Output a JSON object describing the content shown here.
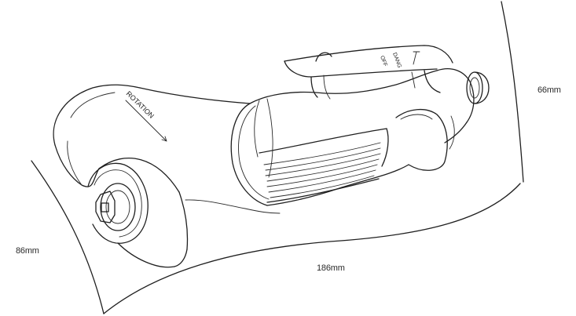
{
  "figure": {
    "dimensions": {
      "height": "66mm",
      "depth": "86mm",
      "length": "186mm"
    },
    "tool_markings": {
      "guard_arrow_text": "ROTATION",
      "trigger_label_line1": "OFF",
      "trigger_label_line2": "DANG"
    },
    "line_color": "#1f1f1f"
  }
}
